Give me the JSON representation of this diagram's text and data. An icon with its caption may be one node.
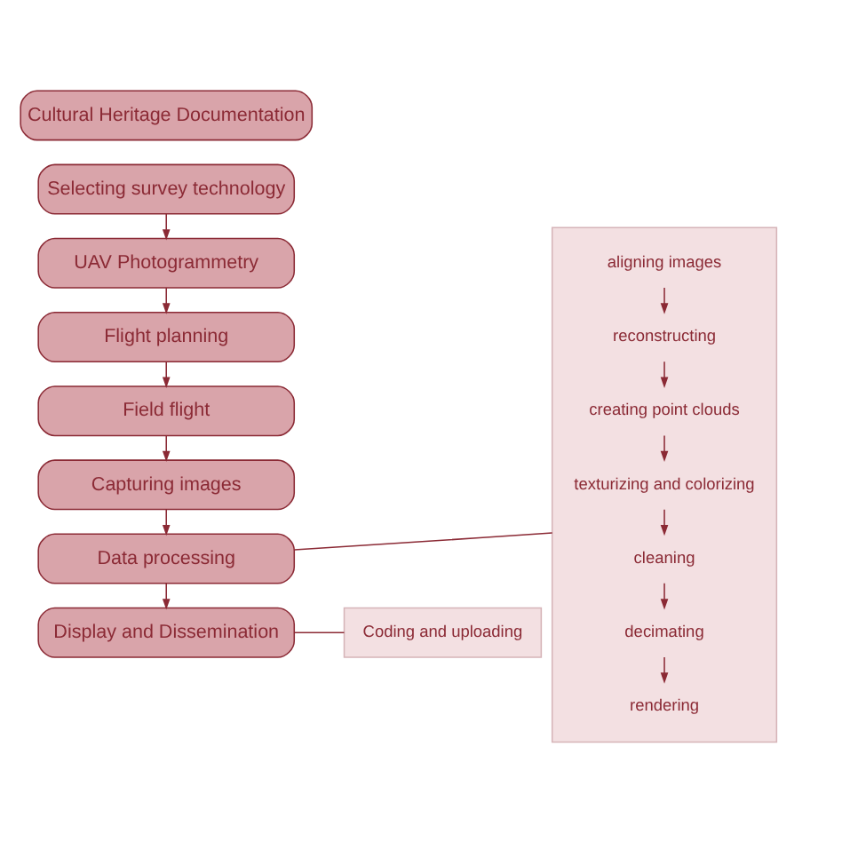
{
  "diagram": {
    "nodes": [
      {
        "text": [
          "Cultural Heritage Documentation"
        ]
      },
      {
        "text": [
          "Selecting survey technology"
        ]
      },
      {
        "text": [
          "UAV Photogrammetry"
        ]
      },
      {
        "text": [
          "Flight planning"
        ]
      },
      {
        "text": [
          "Field flight"
        ]
      },
      {
        "text": [
          "Capturing images"
        ]
      },
      {
        "text": [
          "Data processing"
        ]
      },
      {
        "text": [
          "Display and Dissemination"
        ]
      },
      {
        "text": [],
        "shape": "box"
      },
      {
        "text": [
          "aligning images"
        ],
        "in": 8
      },
      {
        "text": [
          "reconstructing"
        ],
        "in": 8
      },
      {
        "text": [
          "creating point clouds"
        ],
        "in": 8
      },
      {
        "text": [
          "texturizing and colorizing"
        ],
        "in": 8
      },
      {
        "text": [
          "cleaning"
        ],
        "in": 8
      },
      {
        "text": [
          "decimating"
        ],
        "in": 8
      },
      {
        "text": [
          "rendering"
        ],
        "in": 8
      },
      {
        "text": [
          "Coding and uploading"
        ]
      }
    ],
    "edges": [
      {
        "from": 1,
        "to": 2,
        "arrow": "to"
      },
      {
        "from": 2,
        "to": 3,
        "arrow": "to"
      },
      {
        "from": 3,
        "to": 4,
        "arrow": "to"
      },
      {
        "from": 4,
        "to": 5,
        "arrow": "to"
      },
      {
        "from": 5,
        "to": 6,
        "arrow": "to"
      },
      {
        "from": 6,
        "to": 7,
        "arrow": "to"
      },
      {
        "from": 6,
        "to": 8,
        "arrow": "none"
      },
      {
        "from": 7,
        "to": 16,
        "arrow": "none"
      },
      {
        "from": 9,
        "to": 10,
        "arrow": "to"
      },
      {
        "from": 10,
        "to": 11,
        "arrow": "to"
      },
      {
        "from": 11,
        "to": 12,
        "arrow": "to"
      },
      {
        "from": 12,
        "to": 13,
        "arrow": "to"
      },
      {
        "from": 13,
        "to": 14,
        "arrow": "to"
      },
      {
        "from": 14,
        "to": 15,
        "arrow": "to"
      }
    ]
  }
}
